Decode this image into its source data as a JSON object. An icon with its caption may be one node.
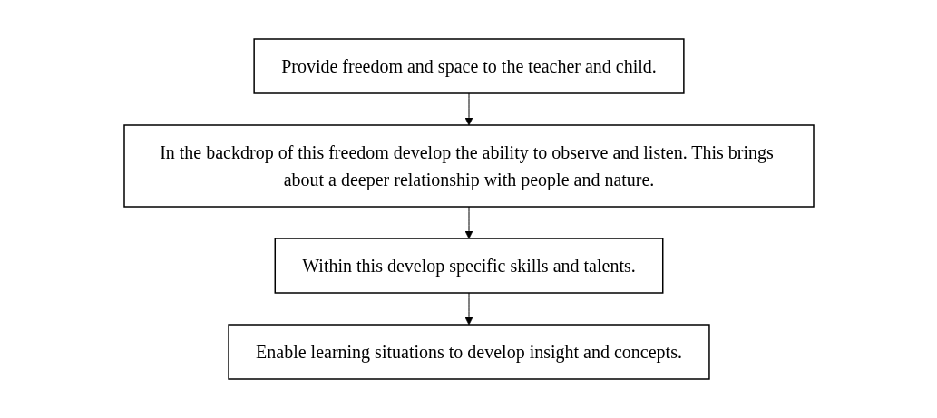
{
  "diagram": {
    "nodes": [
      {
        "text": [
          "Provide freedom and space to the teacher and child."
        ]
      },
      {
        "text": [
          "In the backdrop of this freedom develop the ability to observe and listen. This brings about a deeper relationship with people and nature."
        ]
      },
      {
        "text": [
          "Within this develop specific skills and talents."
        ]
      },
      {
        "text": [
          "Enable learning situations to develop insight and concepts."
        ]
      }
    ],
    "edges": [
      {
        "from": 0,
        "to": 1,
        "arrow": "to"
      },
      {
        "from": 1,
        "to": 2,
        "arrow": "to"
      },
      {
        "from": 2,
        "to": 3,
        "arrow": "to"
      }
    ]
  }
}
